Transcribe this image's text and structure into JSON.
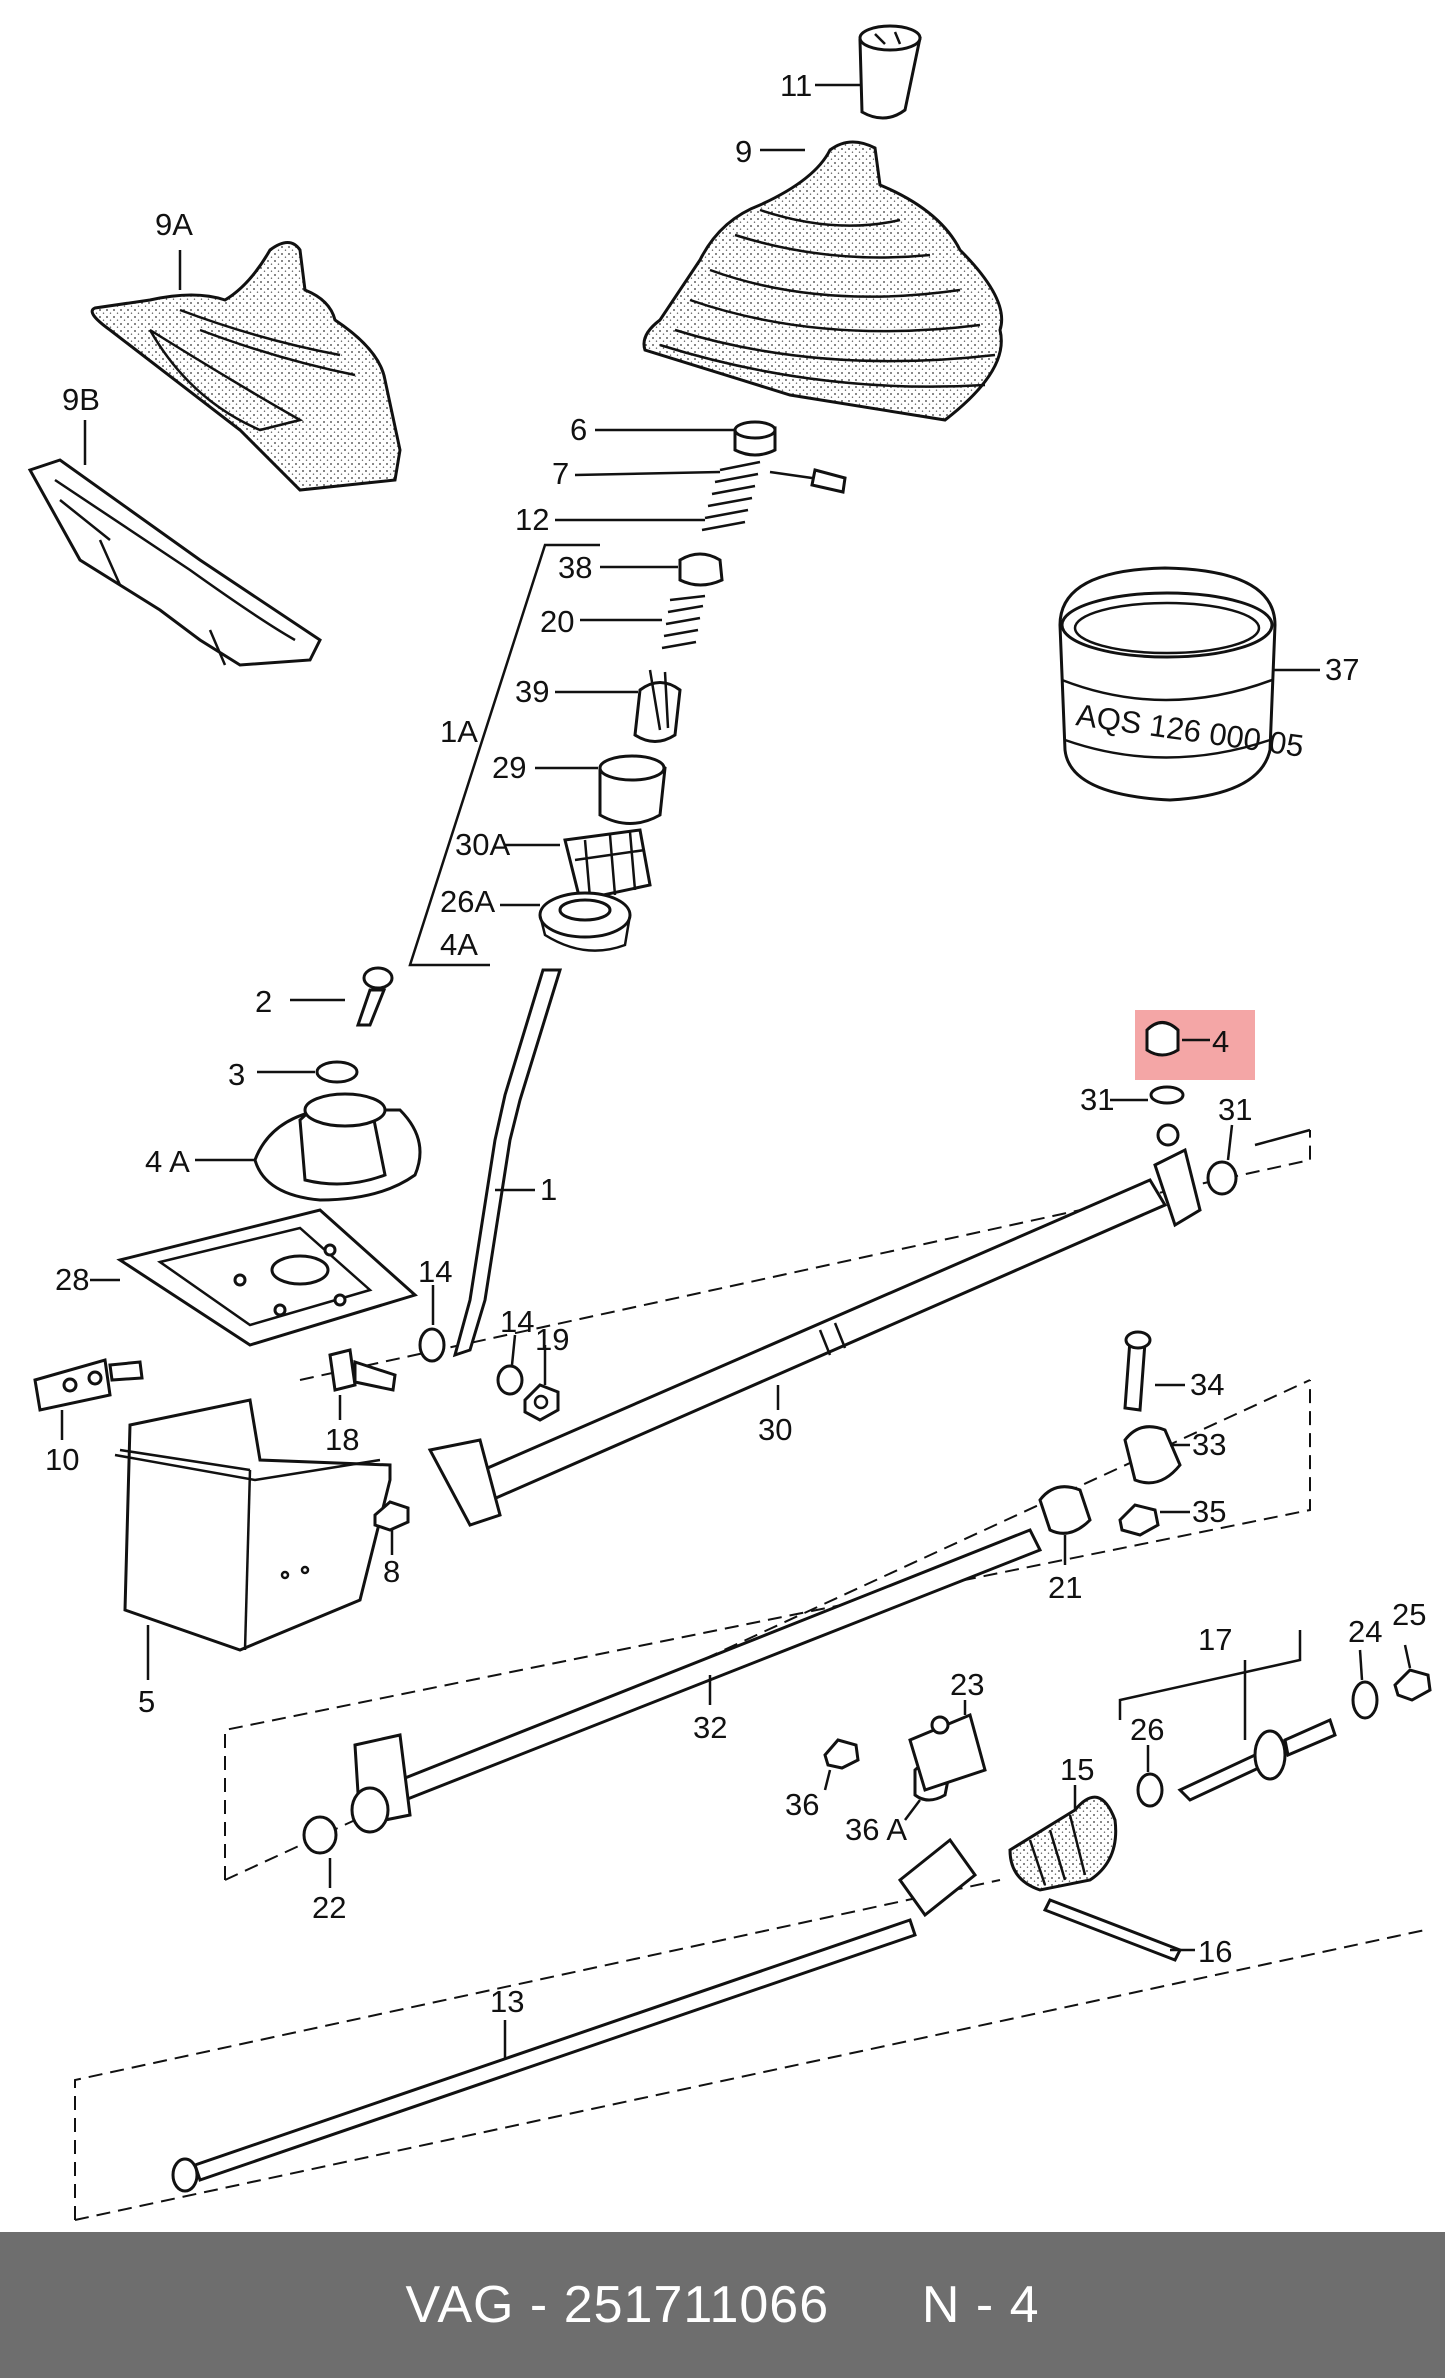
{
  "footer": {
    "brand": "VAG",
    "separator": "-",
    "part_number": "251711066",
    "position": "N - 4"
  },
  "highlight_color": "#f4a6a6",
  "labels": {
    "l11": "11",
    "l9": "9",
    "l9a": "9A",
    "l9b": "9B",
    "l6": "6",
    "l7": "7",
    "l12": "12",
    "l38": "38",
    "l20": "20",
    "l39": "39",
    "l1a": "1A",
    "l29": "29",
    "l30a": "30A",
    "l26a": "26A",
    "l4a_group": "4A",
    "l37": "37",
    "l2": "2",
    "l3": "3",
    "l4a": "4 A",
    "l4": "4",
    "l31a": "31",
    "l31b": "31",
    "l1": "1",
    "l28": "28",
    "l14a": "14",
    "l14b": "14",
    "l19": "19",
    "l10": "10",
    "l18": "18",
    "l30": "30",
    "l34": "34",
    "l33": "33",
    "l35": "35",
    "l21": "21",
    "l8": "8",
    "l5": "5",
    "l32": "32",
    "l17": "17",
    "l24": "24",
    "l25": "25",
    "l23": "23",
    "l26": "26",
    "l15": "15",
    "l36": "36",
    "l36a": "36 A",
    "l22": "22",
    "l16": "16",
    "l13": "13"
  },
  "filter_marking": "AQS 126 000 05"
}
